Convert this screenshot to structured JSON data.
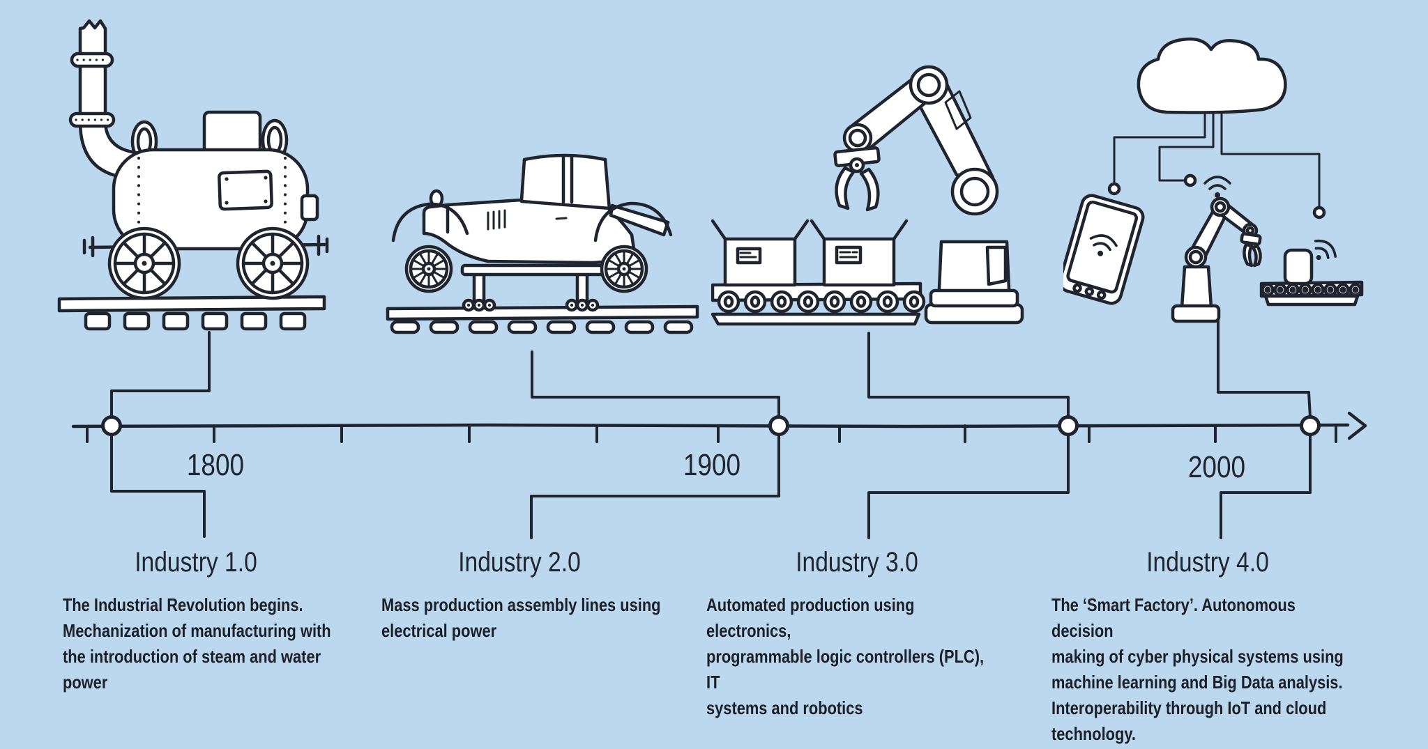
{
  "diagram": {
    "background_color": "#BCD8EE",
    "ink_color": "#20242E",
    "timeline": {
      "years": [
        {
          "label": "1800"
        },
        {
          "label": "1900"
        },
        {
          "label": "2000"
        }
      ]
    },
    "sections": [
      {
        "title": "Industry 1.0",
        "illustration": "steam-locomotive-on-rails",
        "description": "The Industrial Revolution begins.\nMechanization of manufacturing with\nthe introduction of steam and water\npower"
      },
      {
        "title": "Industry 2.0",
        "illustration": "vintage-car-on-assembly-track",
        "description": "Mass production assembly lines using\nelectrical power"
      },
      {
        "title": "Industry 3.0",
        "illustration": "robotic-arm-with-conveyor-boxes",
        "description": "Automated production using electronics,\nprogrammable logic controllers (PLC), IT\nsystems and robotics"
      },
      {
        "title": "Industry 4.0",
        "illustration": "cloud-iot-smart-factory",
        "description": "The ‘Smart Factory’. Autonomous decision\nmaking of cyber physical systems using\nmachine learning and Big Data analysis.\nInteroperability through IoT and cloud\ntechnology."
      }
    ]
  }
}
